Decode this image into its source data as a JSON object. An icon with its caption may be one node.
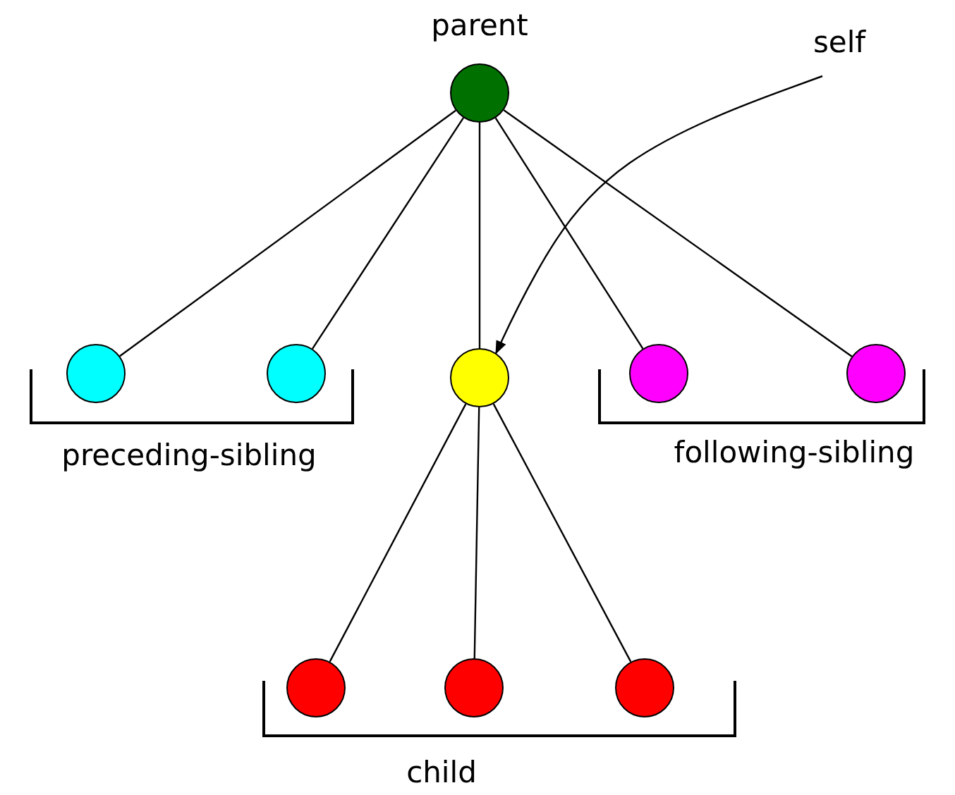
{
  "diagram": {
    "nodes": [
      {
        "text": [
          "parent"
        ]
      },
      {
        "text": [
          "self"
        ]
      },
      {
        "text": [],
        "shape": "circle"
      },
      {
        "text": [],
        "shape": "circle"
      },
      {
        "text": [],
        "shape": "circle"
      },
      {
        "text": [],
        "shape": "circle"
      },
      {
        "text": [],
        "shape": "circle"
      },
      {
        "text": [],
        "shape": "circle"
      },
      {
        "text": [],
        "shape": "circle"
      },
      {
        "text": [],
        "shape": "circle"
      }
    ],
    "edges": [
      {
        "from": 0,
        "to": 2,
        "arrow": "none"
      },
      {
        "from": 0,
        "to": 3,
        "arrow": "none"
      },
      {
        "from": 0,
        "to": 4,
        "arrow": "none"
      },
      {
        "from": 0,
        "to": 5,
        "arrow": "none"
      },
      {
        "from": 0,
        "to": 6,
        "arrow": "none"
      },
      {
        "from": 1,
        "to": 4,
        "arrow": "to"
      },
      {
        "from": 4,
        "to": 7,
        "arrow": "none"
      },
      {
        "from": 4,
        "to": 8,
        "arrow": "none"
      },
      {
        "from": 4,
        "to": 9,
        "arrow": "none"
      }
    ],
    "labels": [
      "preceding-sibling",
      "following-sibling",
      "child"
    ]
  }
}
